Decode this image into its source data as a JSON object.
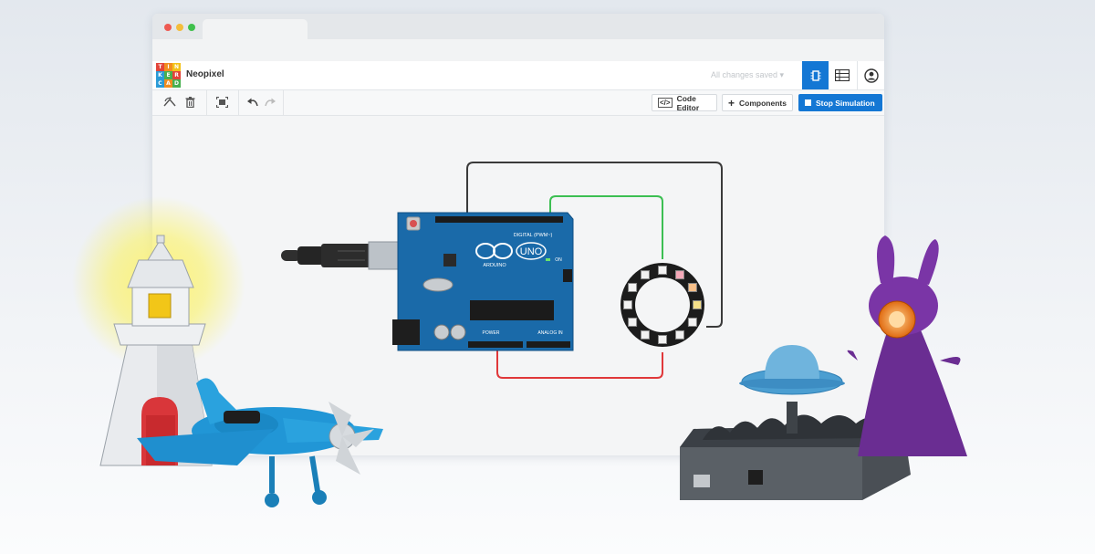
{
  "window": {
    "title_tab": ""
  },
  "logo": {
    "letters": [
      "T",
      "I",
      "N",
      "K",
      "E",
      "R",
      "C",
      "A",
      "D"
    ],
    "colors": [
      "#e2443a",
      "#f28d1f",
      "#f3c219",
      "#2b9bd7",
      "#48b04f",
      "#e2443a",
      "#2b9bd7",
      "#f28d1f",
      "#48b04f"
    ]
  },
  "header": {
    "project_name": "Neopixel",
    "save_status": "All changes saved",
    "icons": [
      "circuit-view-icon",
      "component-list-icon",
      "user-account-icon"
    ]
  },
  "toolbar": {
    "tools": [
      "rotate-icon",
      "delete-icon",
      "zoom-to-fit-icon",
      "undo-icon",
      "redo-icon"
    ],
    "code_editor_label": "Code Editor",
    "components_label": "Components",
    "stop_simulation_label": "Stop Simulation"
  },
  "board": {
    "uno_label": "UNO",
    "arduino_label": "ARDUINO",
    "digital_label": "DIGITAL (PWM~)",
    "analog_label": "ANALOG IN",
    "power_label": "POWER",
    "on_label": "ON"
  },
  "colors": {
    "accent": "#1477d4",
    "board": "#1a6aa9",
    "wire_black": "#3a3a3a",
    "wire_green": "#3cbf52",
    "wire_red": "#e0383a"
  }
}
